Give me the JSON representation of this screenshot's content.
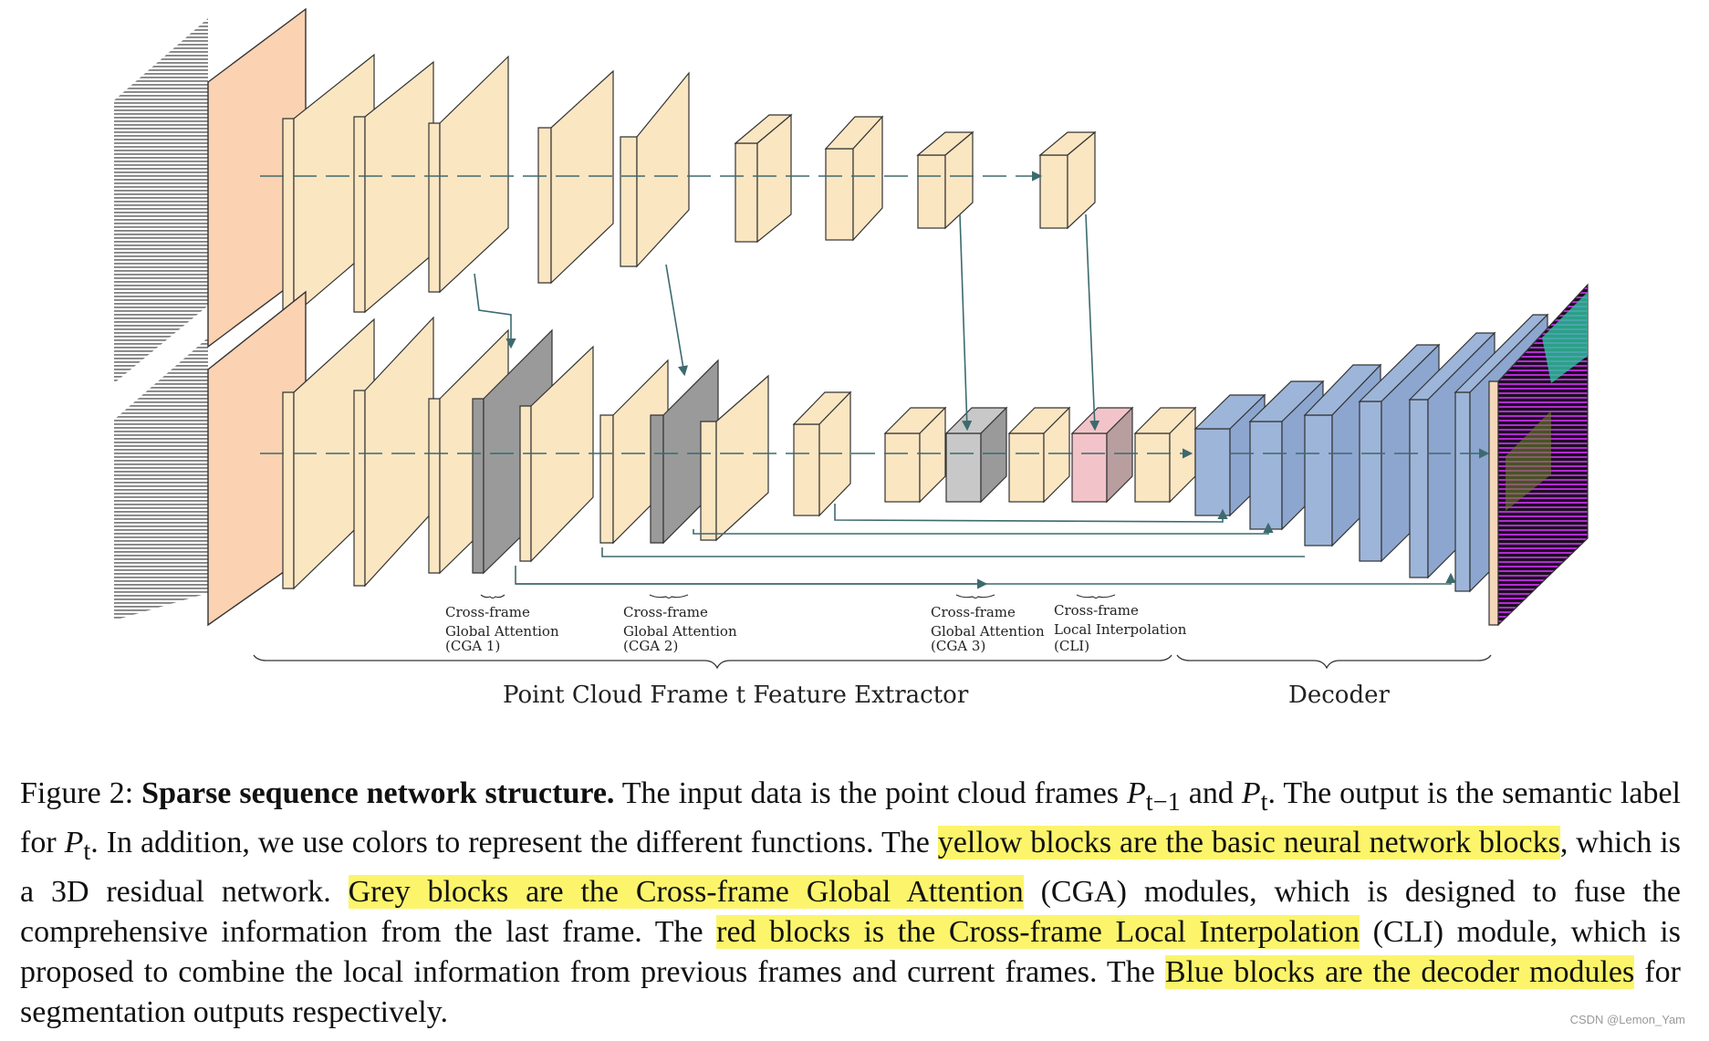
{
  "figure": {
    "cga1_line1": "Cross-frame",
    "cga1_line2": "Global Attention",
    "cga1_line3": "(CGA 1)",
    "cga2_line1": "Cross-frame",
    "cga2_line2": "Global Attention",
    "cga2_line3": "(CGA 2)",
    "cga3_line1": "Cross-frame",
    "cga3_line2": "Global Attention",
    "cga3_line3": "(CGA 3)",
    "cli_line1": "Cross-frame",
    "cli_line2": "Local Interpolation",
    "cli_line3": "(CLI)",
    "extractor_label": "Point Cloud Frame t Feature Extractor",
    "decoder_label": "Decoder",
    "colors": {
      "basic_block": "#fbe6c2",
      "input_plane": "#fbd2b2",
      "cga_block": "#9a9a9a",
      "cli_block": "#f2c4c9",
      "decoder_block": "#9db5d9",
      "arrow": "#3d6a6e"
    }
  },
  "caption": {
    "figure_no": "Figure 2:",
    "title": "Sparse sequence network structure.",
    "s1": " The input data is the point cloud frames ",
    "p_prev": "P",
    "p_prev_sub": "t−1",
    "s2": " and ",
    "p_t": "P",
    "p_t_sub": "t",
    "s3": ". The output is the semantic label for ",
    "p_t2": "P",
    "p_t2_sub": "t",
    "s4": ". In addition, we use colors to represent the different functions. The ",
    "hl1": "yellow blocks are the basic neural network blocks",
    "s5": ", which is a 3D residual network. ",
    "hl2": "Grey blocks are the Cross-frame Global Attention",
    "s6": " (CGA) modules, which is designed to fuse the comprehensive information from the last frame. The ",
    "hl3": "red blocks is the Cross-frame Local Interpolation",
    "s7": " (CLI) module, which is proposed to combine the local information from previous frames and current frames. The ",
    "hl4": "Blue blocks are the decoder modules",
    "s8": " for segmentation outputs respectively."
  },
  "watermark": "CSDN @Lemon_Yam"
}
